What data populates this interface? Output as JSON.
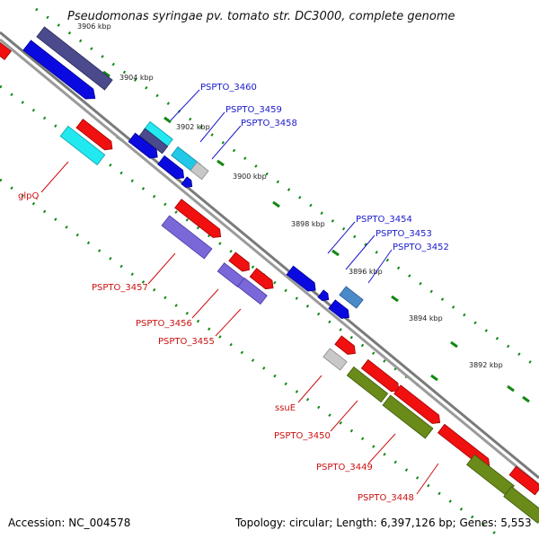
{
  "title": "Pseudomonas syringae pv. tomato str. DC3000, complete genome",
  "accession_text": "Accession: NC_004578",
  "summary_text": "Topology: circular; Length: 6,397,126 bp; Genes: 5,553",
  "tick_labels": [
    "3906 kbp",
    "3904 kbp",
    "3902 kbp",
    "3900 kbp",
    "3898 kbp",
    "3896 kbp",
    "3894 kbp",
    "3892 kbp"
  ],
  "gene_labels": {
    "PSPTO_3460": "PSPTO_3460",
    "PSPTO_3459": "PSPTO_3459",
    "PSPTO_3458": "PSPTO_3458",
    "glpQ": "glpQ",
    "PSPTO_3454": "PSPTO_3454",
    "PSPTO_3453": "PSPTO_3453",
    "PSPTO_3452": "PSPTO_3452",
    "PSPTO_3457": "PSPTO_3457",
    "PSPTO_3456": "PSPTO_3456",
    "PSPTO_3455": "PSPTO_3455",
    "ssuE": "ssuE",
    "PSPTO_3450": "PSPTO_3450",
    "PSPTO_3449": "PSPTO_3449",
    "PSPTO_3448": "PSPTO_3448"
  },
  "colors": {
    "backbone": "#8a8a8a",
    "tick": "#118811",
    "dark_purple": "#4a4a8c",
    "blue": "#0a0ae0",
    "cyan": "#22e8f0",
    "red": "#f01010",
    "slate_purple": "#7a68d8",
    "steel_blue": "#4a8ac8",
    "light_gray": "#c8c8c8",
    "olive": "#6a8a1a",
    "label_blue": "#1a1acc",
    "label_red": "#cc1111"
  }
}
